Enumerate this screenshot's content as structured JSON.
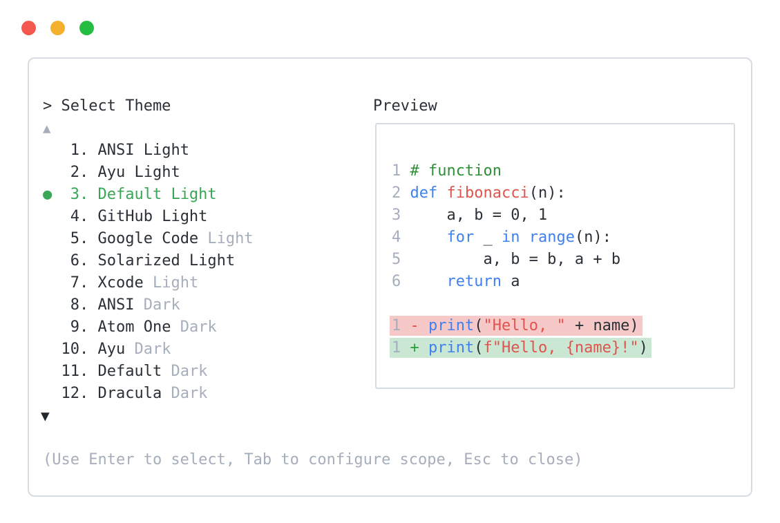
{
  "window": {
    "controls": [
      {
        "name": "close",
        "color": "#f4574e"
      },
      {
        "name": "minimize",
        "color": "#f2b02d"
      },
      {
        "name": "maximize",
        "color": "#24bd41"
      }
    ]
  },
  "list": {
    "prompt": "> Select Theme",
    "scroll_up_indicator": "▲",
    "scroll_down_indicator": "▼",
    "selected_bullet": "●",
    "items": [
      {
        "number": "1.",
        "name": "ANSI Light",
        "scope": "",
        "selected": false
      },
      {
        "number": "2.",
        "name": "Ayu Light",
        "scope": "",
        "selected": false
      },
      {
        "number": "3.",
        "name": "Default Light",
        "scope": "",
        "selected": true
      },
      {
        "number": "4.",
        "name": "GitHub Light",
        "scope": "",
        "selected": false
      },
      {
        "number": "5.",
        "name": "Google Code",
        "scope": "Light",
        "selected": false
      },
      {
        "number": "6.",
        "name": "Solarized Light",
        "scope": "",
        "selected": false
      },
      {
        "number": "7.",
        "name": "Xcode",
        "scope": "Light",
        "selected": false
      },
      {
        "number": "8.",
        "name": "ANSI",
        "scope": "Dark",
        "selected": false
      },
      {
        "number": "9.",
        "name": "Atom One",
        "scope": "Dark",
        "selected": false
      },
      {
        "number": "10.",
        "name": "Ayu",
        "scope": "Dark",
        "selected": false
      },
      {
        "number": "11.",
        "name": "Default",
        "scope": "Dark",
        "selected": false
      },
      {
        "number": "12.",
        "name": "Dracula",
        "scope": "Dark",
        "selected": false
      }
    ]
  },
  "preview": {
    "title": "Preview",
    "code_lines": [
      {
        "n": "1",
        "t": [
          [
            "com",
            "# function"
          ]
        ]
      },
      {
        "n": "2",
        "t": [
          [
            "kw",
            "def"
          ],
          [
            "pl",
            " "
          ],
          [
            "fn",
            "fibonacci"
          ],
          [
            "pl",
            "(n):"
          ]
        ]
      },
      {
        "n": "3",
        "t": [
          [
            "pl",
            "    a, b = 0, 1"
          ]
        ]
      },
      {
        "n": "4",
        "t": [
          [
            "pl",
            "    "
          ],
          [
            "kw",
            "for"
          ],
          [
            "pl",
            " _ "
          ],
          [
            "kw",
            "in"
          ],
          [
            "pl",
            " "
          ],
          [
            "kw",
            "range"
          ],
          [
            "pl",
            "(n):"
          ]
        ]
      },
      {
        "n": "5",
        "t": [
          [
            "pl",
            "        a, b = b, a + b"
          ]
        ]
      },
      {
        "n": "6",
        "t": [
          [
            "pl",
            "    "
          ],
          [
            "kw",
            "return"
          ],
          [
            "pl",
            " a"
          ]
        ]
      }
    ],
    "diff_lines": [
      {
        "n": "1",
        "kind": "removed",
        "t": [
          [
            "minus",
            "-"
          ],
          [
            "pl",
            " "
          ],
          [
            "kw",
            "print"
          ],
          [
            "pl",
            "("
          ],
          [
            "str",
            "\"Hello, \""
          ],
          [
            "pl",
            " + name)"
          ]
        ]
      },
      {
        "n": "1",
        "kind": "added",
        "t": [
          [
            "plus",
            "+"
          ],
          [
            "pl",
            " "
          ],
          [
            "kw",
            "print"
          ],
          [
            "pl",
            "("
          ],
          [
            "str",
            "f\"Hello, {name}!\""
          ],
          [
            "pl",
            ")"
          ]
        ]
      }
    ]
  },
  "footer": {
    "hint": "(Use Enter to select, Tab to configure scope, Esc to close)"
  },
  "colors": {
    "text": "#2b3036",
    "muted": "#a6aebc",
    "border": "#d7dbe2",
    "selected-green": "#3aa657",
    "keyword-blue": "#4080f0",
    "function-red": "#df544e",
    "string-red": "#df544e",
    "comment-green": "#2e8f38",
    "minus-red": "#d94f4b",
    "plus-green": "#2f9e44",
    "removed-bg": "#f6c8c8",
    "added-bg": "#c9e7d2",
    "line-number": "#a6aebc"
  }
}
